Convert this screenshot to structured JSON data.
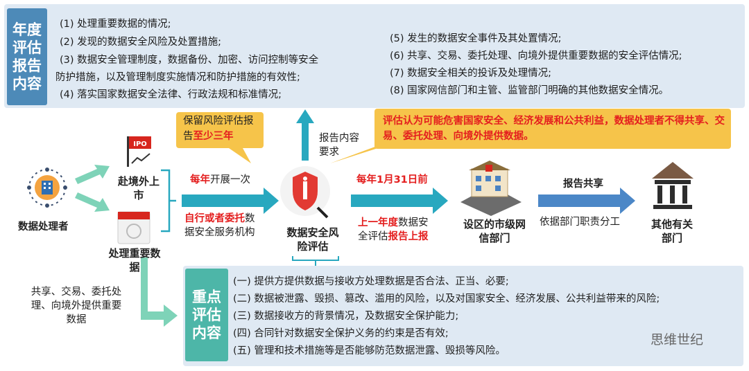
{
  "annual": {
    "label": "年度评估报告内容",
    "items_left": [
      "(1) 处理重要数据的情况;",
      "(2) 发现的数据安全风险及处置措施;",
      "(3) 数据安全管理制度，数据备份、加密、访问控制等安全",
      "防护措施，以及管理制度实施情况和防护措施的有效性;",
      "(4) 落实国家数据安全法律、行政法规和标准情况;"
    ],
    "items_right": [
      "(5) 发生的数据安全事件及其处置情况;",
      "(6) 共享、交易、委托处理、向境外提供重要数据的安全评估情况;",
      "(7) 数据安全相关的投诉及处理情况;",
      "(8) 国家网信部门和主管、监管部门明确的其他数据安全情况。"
    ]
  },
  "callout_left": {
    "line1": "保留风险评估报",
    "line2_prefix": "告",
    "line2_red": "至少三年"
  },
  "callout_right": {
    "text": "评估认为可能危害国家安全、经济发展和公共利益，数据处理者不得共享、交易、委托处理、向境外提供数据。"
  },
  "report_content_req": "报告内容要求",
  "processor": {
    "label": "数据处理者"
  },
  "ipo": {
    "badge": "IPO",
    "label": "赴境外上市"
  },
  "important_data": {
    "label": "处理重要数据"
  },
  "share_text": "共享、交易、委托处理、向境外提供重要数据",
  "flow1": {
    "top_red": "每年",
    "top_rest": "开展一次",
    "bottom_red": "自行或者委托",
    "bottom_rest1": "数",
    "bottom_rest2": "据安全服务机构"
  },
  "assessment": {
    "label": "数据安全风险评估"
  },
  "flow2": {
    "top_red": "每年1月31日前",
    "bottom_red1": "上一年度",
    "bottom_rest1": "数据安",
    "bottom_rest2": "全评估",
    "bottom_red2": "报告上报"
  },
  "city_dept": {
    "label": "设区的市级网信部门"
  },
  "flow3": {
    "top": "报告共享",
    "bottom": "依据部门职责分工"
  },
  "other_depts": {
    "label": "其他有关部门"
  },
  "key": {
    "label": "重点评估内容",
    "items": [
      "(一) 提供方提供数据与接收方处理数据是否合法、正当、必要;",
      "(二) 数据被泄露、毁损、篡改、滥用的风险，以及对国家安全、经济发展、公共利益带来的风险;",
      "(三) 数据接收方的背景情况，及数据安全保护能力;",
      "(四) 合同针对数据安全保护义务的约束是否有效;",
      "(五) 管理和技术措施等是否能够防范数据泄露、毁损等风险。"
    ]
  },
  "watermark": "思维世纪",
  "colors": {
    "panel": "#dfe9f3",
    "blue_label": "#4d8ab8",
    "teal_label": "#4db6a8",
    "arrow": "#28a8bf",
    "callout": "#f6c44a",
    "red": "#e41f1f"
  }
}
